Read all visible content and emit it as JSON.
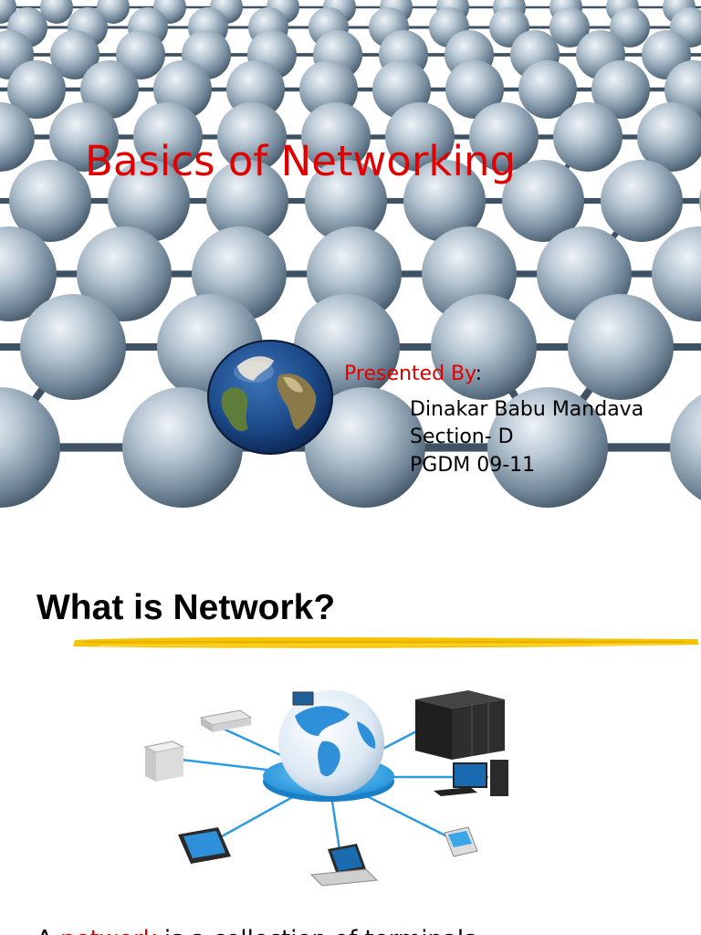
{
  "slide1": {
    "title": "Basics of Networking",
    "presented_label": "Presented By",
    "presented_colon": ":",
    "presenter_lines": [
      "Dinakar Babu Mandava",
      "Section- D",
      "PGDM 09-11"
    ],
    "background_icon": "network-spheres-image",
    "globe_icon": "earth-globe-icon",
    "colors": {
      "title": "#e00000",
      "text": "#000000"
    }
  },
  "slide2": {
    "heading": "What is Network?",
    "diagram_icon": "network-devices-diagram",
    "body_start": "A ",
    "body_keyword": "network",
    "body_rest": " is a collection of terminals",
    "colors": {
      "keyword": "#e00000",
      "highlight": "#f5c400"
    }
  }
}
